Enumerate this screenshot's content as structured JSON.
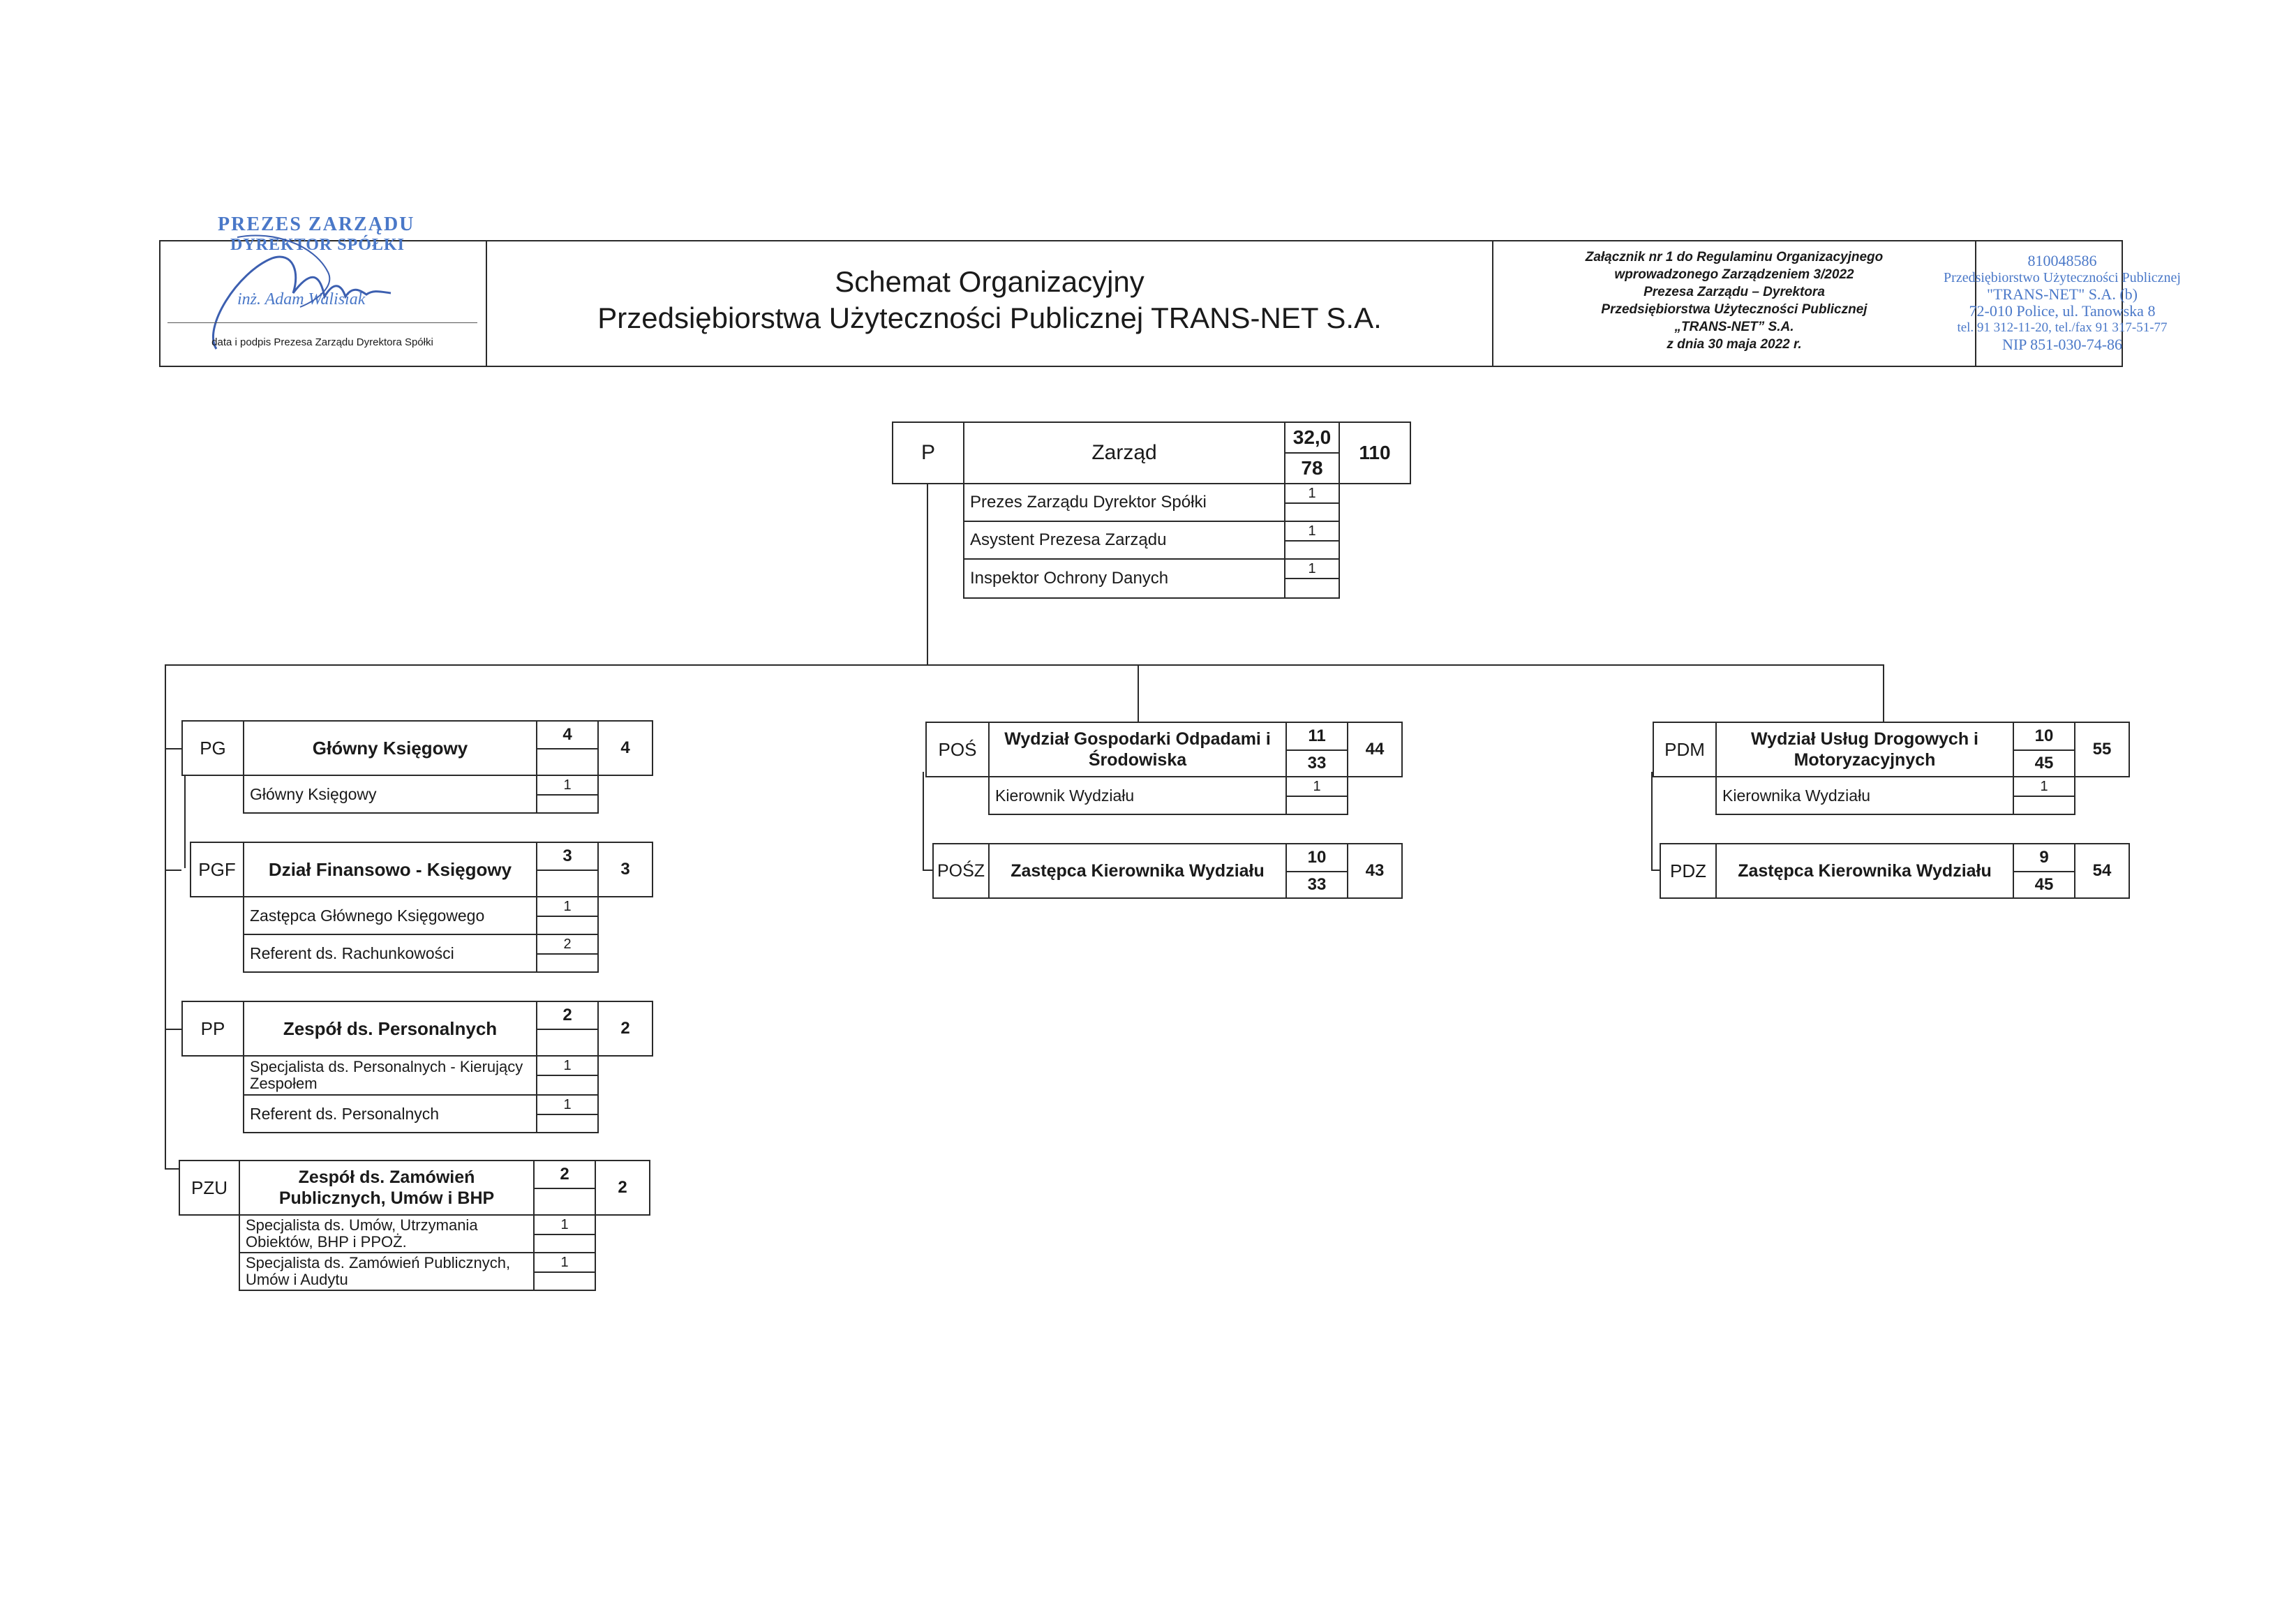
{
  "header": {
    "stamp_left_line1": "PREZES ZARZĄDU",
    "stamp_left_line2": "DYREKTOR SPÓŁKI",
    "stamp_left_name": "inż. Adam Walisiak",
    "signature_caption": "data i podpis Prezesa Zarządu Dyrektora Spółki",
    "title_line1": "Schemat Organizacyjny",
    "title_line2": "Przedsiębiorstwa Użyteczności Publicznej TRANS-NET S.A.",
    "annex": [
      "Załącznik nr 1 do Regulaminu Organizacyjnego",
      "wprowadzonego Zarządzeniem 3/2022",
      "Prezesa Zarządu – Dyrektora",
      "Przedsiębiorstwa Użyteczności Publicznej",
      "„TRANS-NET” S.A.",
      "z dnia 30 maja 2022 r."
    ],
    "company_stamp": [
      "810048586",
      "Przedsiębiorstwo Użyteczności Publicznej",
      "\"TRANS-NET\" S.A.  (b)",
      "72-010 Police, ul. Tanowska 8",
      "tel. 91 312-11-20, tel./fax 91 317-51-77",
      "NIP 851-030-74-86"
    ]
  },
  "board": {
    "code": "P",
    "name": "Zarząd",
    "top": "32,0",
    "bottom": "78",
    "total": "110",
    "positions": [
      {
        "name": "Prezes Zarządu Dyrektor Spółki",
        "count": "1"
      },
      {
        "name": "Asystent Prezesa Zarządu",
        "count": "1"
      },
      {
        "name": "Inspektor Ochrony Danych",
        "count": "1"
      }
    ]
  },
  "units": {
    "pg": {
      "code": "PG",
      "name": "Główny Księgowy",
      "top": "4",
      "bottom": "",
      "total": "4",
      "positions": [
        {
          "name": "Główny Księgowy",
          "count": "1"
        }
      ]
    },
    "pgf": {
      "code": "PGF",
      "name": "Dział Finansowo - Księgowy",
      "top": "3",
      "bottom": "",
      "total": "3",
      "positions": [
        {
          "name": "Zastępca Głównego Księgowego",
          "count": "1"
        },
        {
          "name": "Referent ds. Rachunkowości",
          "count": "2"
        }
      ]
    },
    "pp": {
      "code": "PP",
      "name": "Zespół ds. Personalnych",
      "top": "2",
      "bottom": "",
      "total": "2",
      "positions": [
        {
          "name": "Specjalista ds. Personalnych - Kierujący Zespołem",
          "count": "1"
        },
        {
          "name": "Referent ds. Personalnych",
          "count": "1"
        }
      ]
    },
    "pzu": {
      "code": "PZU",
      "name": "Zespół ds. Zamówień Publicznych, Umów i BHP",
      "top": "2",
      "bottom": "",
      "total": "2",
      "positions": [
        {
          "name": "Specjalista ds. Umów, Utrzymania Obiektów, BHP i PPOŻ.",
          "count": "1"
        },
        {
          "name": "Specjalista ds. Zamówień Publicznych, Umów i Audytu",
          "count": "1"
        }
      ]
    },
    "pos": {
      "code": "POŚ",
      "name": "Wydział Gospodarki Odpadami i Środowiska",
      "top": "11",
      "bottom": "33",
      "total": "44",
      "positions": [
        {
          "name": "Kierownik Wydziału",
          "count": "1"
        }
      ]
    },
    "posz": {
      "code": "POŚZ",
      "name": "Zastępca Kierownika Wydziału",
      "top": "10",
      "bottom": "33",
      "total": "43",
      "positions": []
    },
    "pdm": {
      "code": "PDM",
      "name": "Wydział Usług Drogowych i Motoryzacyjnych",
      "top": "10",
      "bottom": "45",
      "total": "55",
      "positions": [
        {
          "name": "Kierownika Wydziału",
          "count": "1"
        }
      ]
    },
    "pdz": {
      "code": "PDZ",
      "name": "Zastępca Kierownika Wydziału",
      "top": "9",
      "bottom": "45",
      "total": "54",
      "positions": []
    }
  }
}
